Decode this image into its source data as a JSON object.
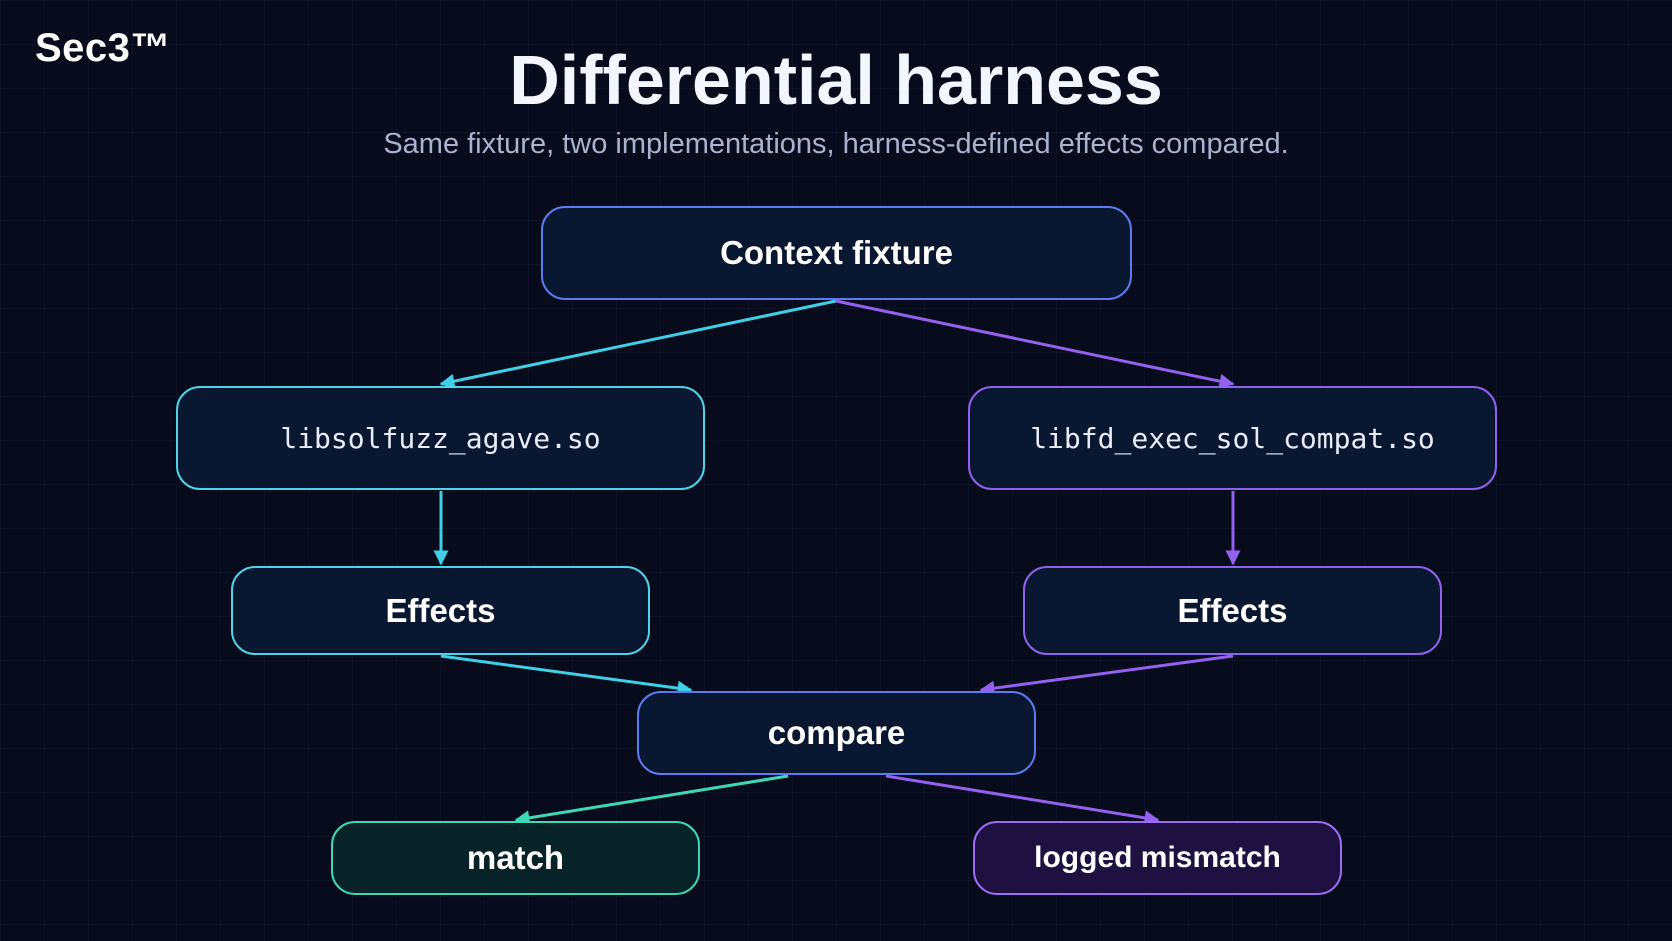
{
  "logo": "Sec3™",
  "title": "Differential harness",
  "subtitle": "Same fixture, two implementations, harness-defined effects compared.",
  "nodes": {
    "context": "Context fixture",
    "agave": "libsolfuzz_agave.so",
    "fd": "libfd_exec_sol_compat.so",
    "effects_left": "Effects",
    "effects_right": "Effects",
    "compare": "compare",
    "match": "match",
    "mismatch": "logged mismatch"
  },
  "colors": {
    "background": "#070b1c",
    "node_fill": "#0a1730",
    "accent_blue": "#5b7bf0",
    "accent_cyan": "#4fd3e6",
    "accent_purple": "#8f62ee",
    "accent_teal": "#3fd8b6",
    "match_fill": "#072328",
    "mismatch_fill": "#1e1040"
  }
}
